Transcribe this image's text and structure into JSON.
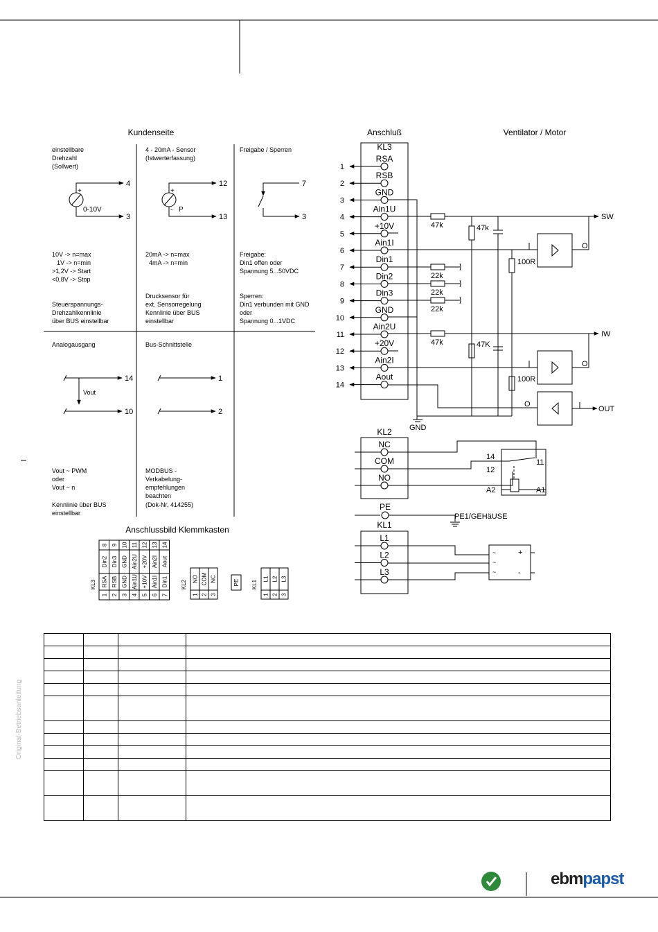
{
  "headers": {
    "customer": "Kundenseite",
    "connection": "Anschluß",
    "fan": "Ventilator / Motor",
    "terminal_box": "Anschlussbild Klemmkasten"
  },
  "cust": {
    "c1": {
      "t1": "einstellbare",
      "t2": "Drehzahl",
      "t3": "(Sollwert)",
      "p1": "4",
      "p2": "3",
      "plus": "+",
      "range": "0-10V",
      "a1": "10V   -> n=max",
      "a2": "1V   -> n=min",
      "a3": ">1,2V -> Start",
      "a4": "<0,8V -> Stop",
      "b1": "Steuerspannungs-",
      "b2": "Drehzahlkennlinie",
      "b3": "über BUS einstellbar"
    },
    "c2": {
      "t1": "4 - 20mA - Sensor",
      "t2": "(Istwerterfassung)",
      "p1": "12",
      "p2": "13",
      "plus": "+",
      "minus": "-",
      "pl": "P",
      "a1": "20mA -> n=max",
      "a2": "4mA -> n=min",
      "b1": "Drucksensor für",
      "b2": "ext. Sensorregelung",
      "b3": "Kennlinie über BUS",
      "b4": "einstellbar"
    },
    "c3": {
      "t1": "Freigabe / Sperren",
      "p1": "7",
      "p2": "3",
      "a1": "Freigabe:",
      "a2": "Din1 offen oder",
      "a3": "Spannung 5...50VDC",
      "b1": "Sperren:",
      "b2": "Din1 verbunden mit GND",
      "b3": "oder",
      "b4": "Spannung 0...1VDC"
    },
    "c4": {
      "t1": "Analogausgang",
      "p1": "14",
      "p2": "10",
      "vout": "Vout",
      "b1": "Vout ~ PWM",
      "b2": "oder",
      "b3": "Vout ~ n",
      "b4": "Kennlinie über BUS",
      "b5": "einstellbar"
    },
    "c5": {
      "t1": "Bus-Schnittstelle",
      "p1": "1",
      "p2": "2",
      "b1": "MODBUS -",
      "b2": "Verkabelung-",
      "b3": "empfehlungen",
      "b4": "beachten",
      "b5": "(Dok-Nr. 414255)"
    }
  },
  "kl3": {
    "title": "KL3",
    "pins": [
      {
        "num": "1",
        "label": "RSA"
      },
      {
        "num": "2",
        "label": "RSB"
      },
      {
        "num": "3",
        "label": "GND"
      },
      {
        "num": "4",
        "label": "Ain1U"
      },
      {
        "num": "5",
        "label": "+10V"
      },
      {
        "num": "6",
        "label": "Ain1I"
      },
      {
        "num": "7",
        "label": "Din1"
      },
      {
        "num": "8",
        "label": "Din2"
      },
      {
        "num": "9",
        "label": "Din3"
      },
      {
        "num": "10",
        "label": "GND"
      },
      {
        "num": "11",
        "label": "Ain2U"
      },
      {
        "num": "12",
        "label": "+20V"
      },
      {
        "num": "13",
        "label": "Ain2I"
      },
      {
        "num": "14",
        "label": "Aout"
      }
    ]
  },
  "parts": {
    "r47k_1": "47k",
    "r47k_2": "47k",
    "r22k_1": "22k",
    "r22k_2": "22k",
    "r22k_3": "22k",
    "r100_1": "100R",
    "r47k_3": "47k",
    "r47K_4": "47K",
    "r100_2": "100R",
    "sw": "SW",
    "iw": "IW",
    "out": "OUT",
    "gnd": "GND",
    "o1": "O",
    "o2": "O",
    "o3": "O",
    "i1": "I",
    "i2": "I",
    "i3": "I"
  },
  "kl2": {
    "title": "KL2",
    "pins": [
      "NC",
      "COM",
      "NO"
    ],
    "r14": "14",
    "r12": "12",
    "r11": "11",
    "a1": "A1",
    "a2": "A2"
  },
  "pe": {
    "label": "PE",
    "gehause": "PE1/GEHäUSE"
  },
  "kl1": {
    "title": "KL1",
    "pins": [
      "L1",
      "L2",
      "L3"
    ],
    "plus": "+",
    "minus": "-",
    "tilde": "~"
  },
  "tb": {
    "kl3": "KL3",
    "kl2": "KL2",
    "kl1": "KL1",
    "pe": "PE",
    "kl3_top": [
      {
        "n": "8",
        "l": "Din2"
      },
      {
        "n": "9",
        "l": "Din3"
      },
      {
        "n": "10",
        "l": "GND"
      },
      {
        "n": "11",
        "l": "Ain2U"
      },
      {
        "n": "12",
        "l": "+20V"
      },
      {
        "n": "13",
        "l": "Ain2I"
      },
      {
        "n": "14",
        "l": "Aout"
      }
    ],
    "kl3_bot": [
      {
        "n": "1",
        "l": "RSA"
      },
      {
        "n": "2",
        "l": "RSB"
      },
      {
        "n": "3",
        "l": "GND"
      },
      {
        "n": "4",
        "l": "Ain1U"
      },
      {
        "n": "5",
        "l": "+10V"
      },
      {
        "n": "6",
        "l": "Ain1I"
      },
      {
        "n": "7",
        "l": "Din1"
      }
    ],
    "kl2_bot": [
      {
        "n": "1",
        "l": "NO"
      },
      {
        "n": "2",
        "l": "COM"
      },
      {
        "n": "3",
        "l": "NC"
      }
    ],
    "kl1_bot": [
      {
        "n": "1",
        "l": "L1"
      },
      {
        "n": "2",
        "l": "L2"
      },
      {
        "n": "3",
        "l": "L3"
      }
    ]
  },
  "side_text": "Original-Betriebsanleitung",
  "logo": {
    "part1": "ebm",
    "part2": "papst"
  }
}
